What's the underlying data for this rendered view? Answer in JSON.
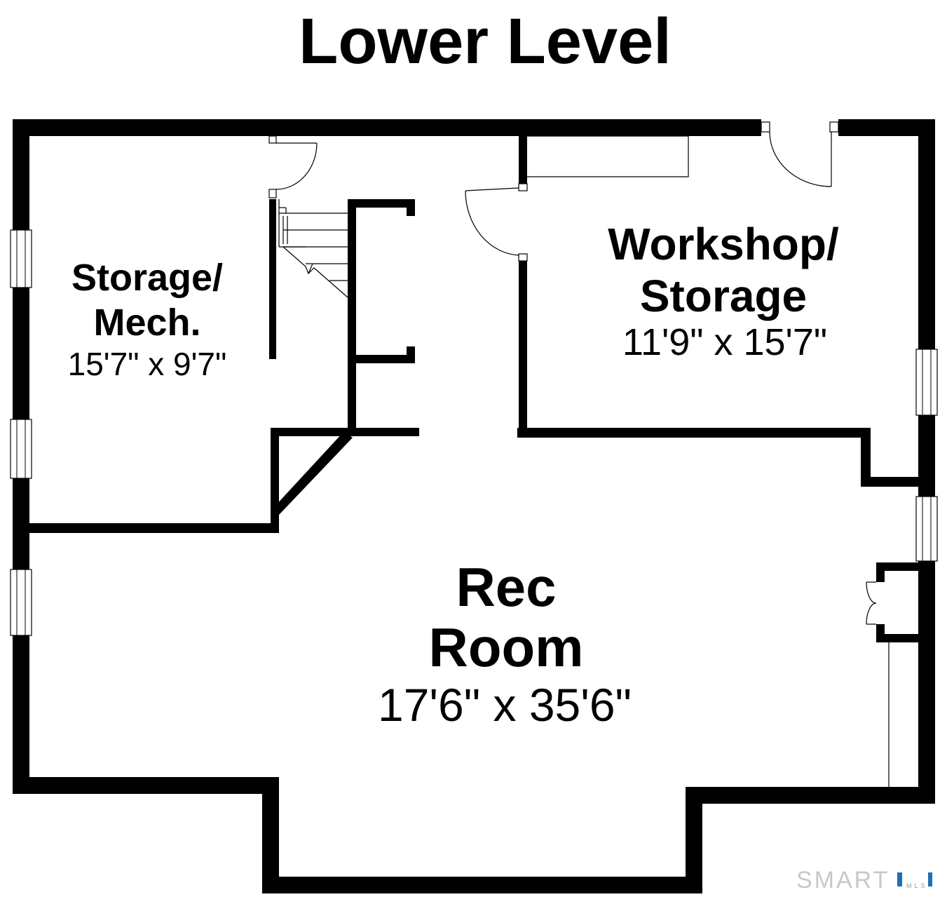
{
  "title": "Lower Level",
  "rooms": [
    {
      "id": "storage-mech",
      "name_lines": [
        "Storage/",
        "Mech."
      ],
      "dimensions": "15'7\" x 9'7\""
    },
    {
      "id": "workshop-storage",
      "name_lines": [
        "Workshop/",
        "Storage"
      ],
      "dimensions": "11'9\" x 15'7\""
    },
    {
      "id": "rec-room",
      "name_lines": [
        "Rec",
        "Room"
      ],
      "dimensions": "17'6\" x 35'6\""
    }
  ],
  "watermark": {
    "text": "SMART",
    "sub_text": "MLS",
    "color": "#c8c8c8",
    "accent_color": "#1f6fb5"
  }
}
